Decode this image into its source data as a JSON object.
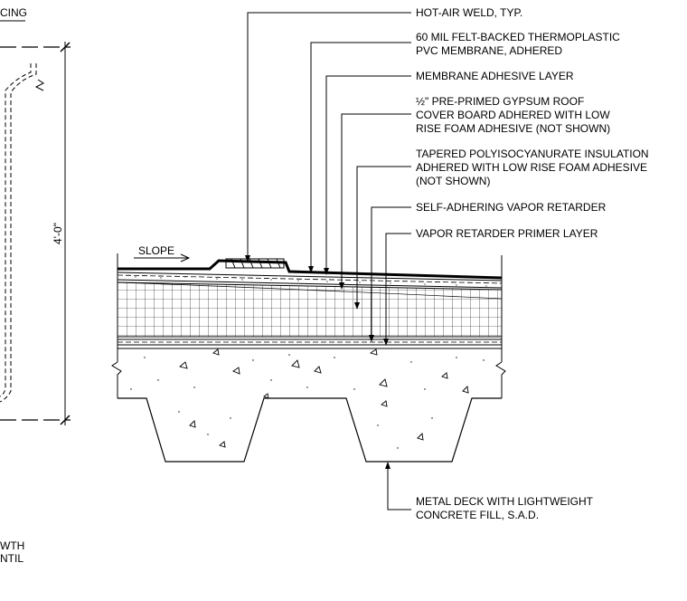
{
  "left_edge": {
    "top_text": "CING",
    "dimension": "4'-0\"",
    "bottom_lines": [
      "WTH",
      "NTIL"
    ]
  },
  "slope_label": "SLOPE",
  "callouts": [
    {
      "id": "hot-air-weld",
      "lines": [
        "HOT-AIR WELD, TYP."
      ]
    },
    {
      "id": "pvc-membrane",
      "lines": [
        "60 MIL FELT-BACKED THERMOPLASTIC",
        "PVC MEMBRANE, ADHERED"
      ]
    },
    {
      "id": "membrane-adhesive",
      "lines": [
        "MEMBRANE ADHESIVE LAYER"
      ]
    },
    {
      "id": "gypsum-cover-board",
      "lines": [
        "½\" PRE-PRIMED GYPSUM ROOF",
        "COVER BOARD ADHERED WITH LOW",
        "RISE FOAM ADHESIVE (NOT SHOWN)"
      ]
    },
    {
      "id": "tapered-insulation",
      "lines": [
        "TAPERED POLYISOCYANURATE INSULATION",
        "ADHERED WITH LOW RISE FOAM ADHESIVE",
        "(NOT SHOWN)"
      ]
    },
    {
      "id": "vapor-retarder",
      "lines": [
        "SELF-ADHERING VAPOR RETARDER"
      ]
    },
    {
      "id": "vapor-retarder-primer",
      "lines": [
        "VAPOR RETARDER PRIMER LAYER"
      ]
    },
    {
      "id": "metal-deck",
      "lines": [
        "METAL DECK WITH LIGHTWEIGHT",
        "CONCRETE FILL, S.A.D."
      ]
    }
  ]
}
